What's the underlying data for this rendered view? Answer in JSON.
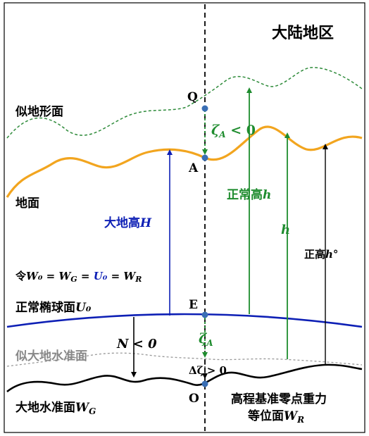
{
  "region_label": "大陆地区",
  "surfaces": {
    "quasigeoid_surface": "似地形面",
    "ground": "地面",
    "normal_ellipsoid": "正常椭球面",
    "normal_ellipsoid_symbol": "U₀",
    "quasigeoid": "似大地水准面",
    "geoid": "大地水准面",
    "geoid_symbol": "W",
    "geoid_subscript": "G",
    "height_datum_line1": "高程基准零点重力",
    "height_datum_line2": "等位面",
    "height_datum_symbol": "W",
    "height_datum_subscript": "R"
  },
  "points": {
    "Q": "Q",
    "A": "A",
    "E": "E",
    "O": "O"
  },
  "annotations": {
    "zeta_A_prefix": "ζ",
    "zeta_A_sub": "A",
    "zeta_A_rel": " < 0",
    "zeta_A2_prefix": "ζ",
    "zeta_A2_sub": "A",
    "delta_zeta": "Δζ > 0",
    "N_lt_0": "N < 0",
    "geodetic_height_label": "大地高",
    "geodetic_height_symbol": "H",
    "normal_height_label": "正常高",
    "normal_height_symbol": "h",
    "h_symbol": "h",
    "orthometric_height_label": "正高",
    "orthometric_height_symbol": "h°",
    "condition": {
      "prefix": "令",
      "eq1": "W₀ = W",
      "eq1_sub": "G",
      "eq2": " = ",
      "eq3": "U₀",
      "eq4": " = W",
      "eq4_sub": "R"
    }
  },
  "colors": {
    "quasigeoid_surface": "#2e8b3a",
    "ground": "#f2a51f",
    "normal_ellipsoid": "#0d1fb5",
    "quasigeoid": "#999999",
    "geoid": "#000000",
    "point_fill": "#3a6fb5",
    "geodetic_height": "#0d1fb5",
    "normal_height": "#1e8c2e"
  }
}
